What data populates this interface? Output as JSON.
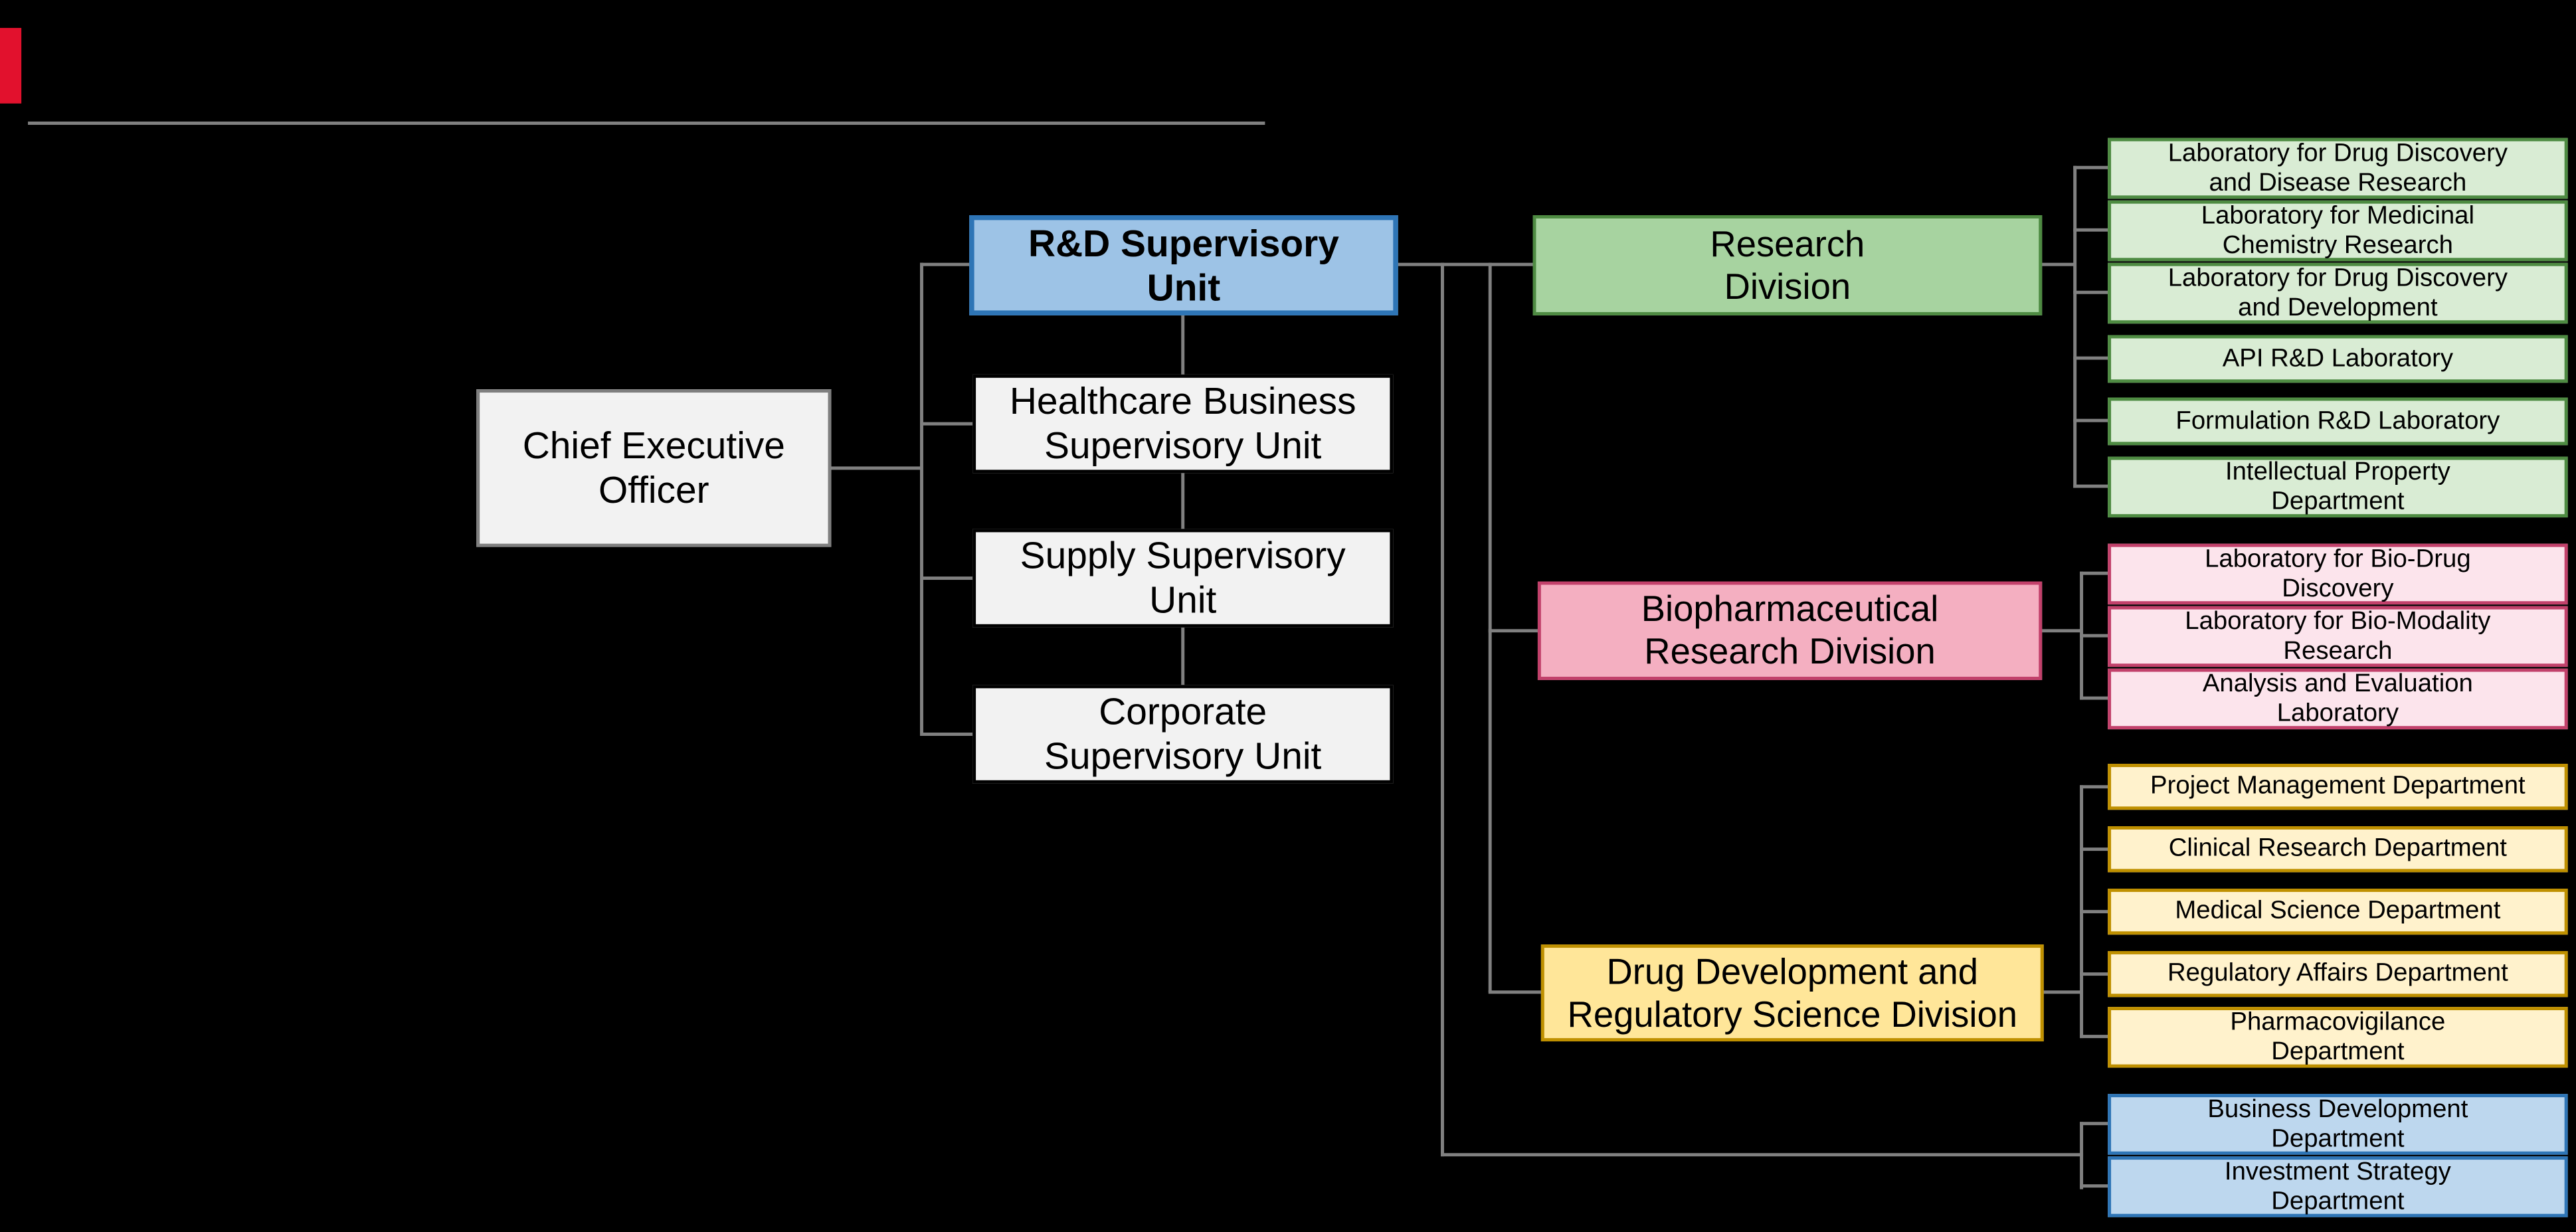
{
  "palette": {
    "background": "#000000",
    "accent_red": "#e2112d",
    "connector_gray": "#808080",
    "neutral_fill": "#f2f2f2",
    "neutral_border": "#7f7f7f",
    "blue_fill": "#9dc3e6",
    "blue_border": "#2e75b6",
    "blue_leaf_fill": "#bdd7ee",
    "green_fill": "#a7d3a0",
    "green_leaf_fill": "#d9ecd4",
    "green_border": "#4e8b42",
    "pink_fill": "#f4afc1",
    "pink_leaf_fill": "#fce4ec",
    "pink_border": "#c2416b",
    "yellow_fill": "#ffe699",
    "yellow_leaf_fill": "#fff2cc",
    "yellow_border": "#bf9000"
  },
  "org": {
    "root": {
      "label": "Chief Executive\nOfficer"
    },
    "units": [
      {
        "label": "R&D Supervisory\nUnit"
      },
      {
        "label": "Healthcare Business\nSupervisory Unit"
      },
      {
        "label": "Supply Supervisory\nUnit"
      },
      {
        "label": "Corporate\nSupervisory Unit"
      }
    ],
    "divisions": [
      {
        "label": "Research\nDivision"
      },
      {
        "label": "Biopharmaceutical\nResearch Division"
      },
      {
        "label": "Drug Development and\nRegulatory Science Division"
      }
    ],
    "research_labs": [
      {
        "label": "Laboratory for Drug Discovery\nand Disease Research"
      },
      {
        "label": "Laboratory for Medicinal\nChemistry Research"
      },
      {
        "label": "Laboratory for Drug Discovery\nand Development"
      },
      {
        "label": "API R&D Laboratory"
      },
      {
        "label": "Formulation R&D Laboratory"
      },
      {
        "label": "Intellectual Property\nDepartment"
      }
    ],
    "biopharma_labs": [
      {
        "label": "Laboratory for Bio-Drug\nDiscovery"
      },
      {
        "label": "Laboratory for Bio-Modality\nResearch"
      },
      {
        "label": "Analysis and Evaluation\nLaboratory"
      }
    ],
    "drugdev_departments": [
      {
        "label": "Project Management Department"
      },
      {
        "label": "Clinical Research Department"
      },
      {
        "label": "Medical Science Department"
      },
      {
        "label": "Regulatory Affairs Department"
      },
      {
        "label": "Pharmacovigilance\nDepartment"
      }
    ],
    "direct_departments": [
      {
        "label": "Business Development\nDepartment"
      },
      {
        "label": "Investment Strategy\nDepartment"
      }
    ]
  }
}
